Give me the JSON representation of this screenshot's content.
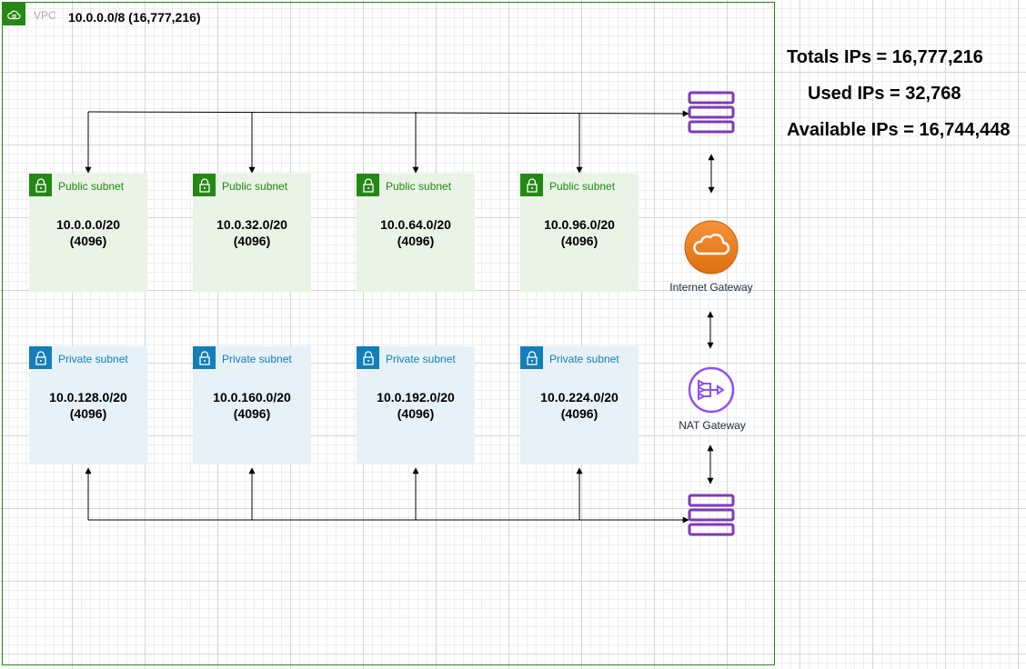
{
  "vpc": {
    "label": "VPC",
    "cidr": "10.0.0.0/8 (16,777,216)"
  },
  "public_subnets": [
    {
      "title": "Public subnet",
      "cidr": "10.0.0.0/20",
      "count": "(4096)"
    },
    {
      "title": "Public subnet",
      "cidr": "10.0.32.0/20",
      "count": "(4096)"
    },
    {
      "title": "Public subnet",
      "cidr": "10.0.64.0/20",
      "count": "(4096)"
    },
    {
      "title": "Public subnet",
      "cidr": "10.0.96.0/20",
      "count": "(4096)"
    }
  ],
  "private_subnets": [
    {
      "title": "Private subnet",
      "cidr": "10.0.128.0/20",
      "count": "(4096)"
    },
    {
      "title": "Private subnet",
      "cidr": "10.0.160.0/20",
      "count": "(4096)"
    },
    {
      "title": "Private subnet",
      "cidr": "10.0.192.0/20",
      "count": "(4096)"
    },
    {
      "title": "Private subnet",
      "cidr": "10.0.224.0/20",
      "count": "(4096)"
    }
  ],
  "internet_gateway": {
    "label": "Internet Gateway"
  },
  "nat_gateway": {
    "label": "NAT Gateway"
  },
  "stats": {
    "total": "Totals IPs = 16,777,216",
    "used": "Used IPs = 32,768",
    "available": "Available IPs = 16,744,448"
  },
  "colors": {
    "public": "#248814",
    "private": "#147eba",
    "igw": "#ed7100",
    "nat": "#8c4fff",
    "router": "#7d3ab8"
  },
  "icons": [
    "vpc-cloud-icon",
    "lock-icon",
    "router-icon",
    "internet-gateway-icon",
    "nat-gateway-icon"
  ]
}
